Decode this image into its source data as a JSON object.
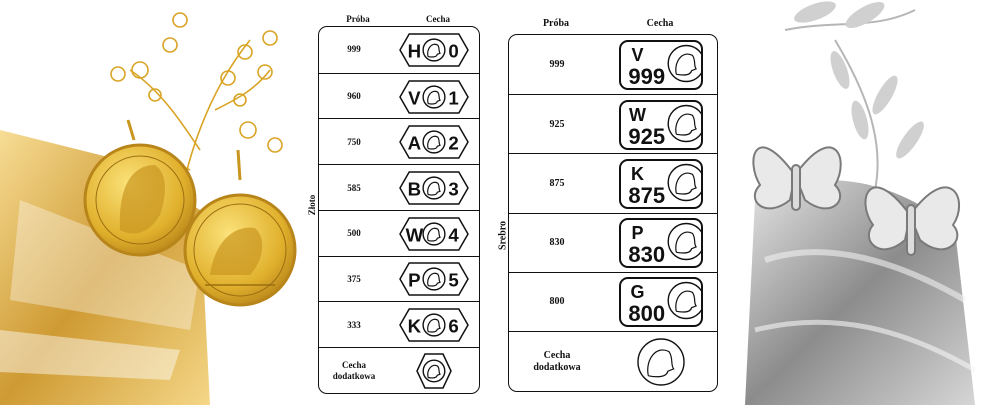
{
  "gold": {
    "group_label": "Złoto",
    "headers": {
      "assay": "Próba",
      "mark": "Cecha"
    },
    "rows": [
      {
        "assay": "999",
        "letter": "H",
        "digit": "0"
      },
      {
        "assay": "960",
        "letter": "V",
        "digit": "1"
      },
      {
        "assay": "750",
        "letter": "A",
        "digit": "2"
      },
      {
        "assay": "585",
        "letter": "B",
        "digit": "3"
      },
      {
        "assay": "500",
        "letter": "W",
        "digit": "4"
      },
      {
        "assay": "375",
        "letter": "P",
        "digit": "5"
      },
      {
        "assay": "333",
        "letter": "K",
        "digit": "6"
      }
    ],
    "extra": {
      "line1": "Cecha",
      "line2": "dodatkowa"
    }
  },
  "silver": {
    "group_label": "Srebro",
    "headers": {
      "assay": "Próba",
      "mark": "Cecha"
    },
    "rows": [
      {
        "assay": "999",
        "letter": "V",
        "number": "999"
      },
      {
        "assay": "925",
        "letter": "W",
        "number": "925"
      },
      {
        "assay": "875",
        "letter": "K",
        "number": "875"
      },
      {
        "assay": "830",
        "letter": "P",
        "number": "830"
      },
      {
        "assay": "800",
        "letter": "G",
        "number": "800"
      }
    ],
    "extra": {
      "line1": "Cecha",
      "line2": "dodatkowa"
    }
  },
  "colors": {
    "gold": "#d9a425",
    "gold_light": "#f2cf5e",
    "silver": "#b5b5b5",
    "ink": "#111111"
  },
  "icons": {
    "gold_mark": "hexagon-hallmark-icon",
    "silver_mark": "rounded-hallmark-icon",
    "head": "helmeted-head-icon"
  }
}
